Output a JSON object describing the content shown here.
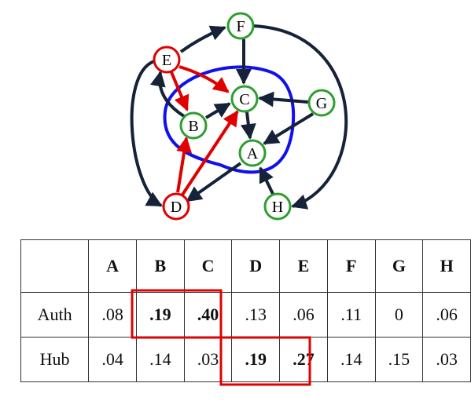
{
  "graph": {
    "nodes": [
      {
        "id": "F",
        "label": "F",
        "group": "green"
      },
      {
        "id": "E",
        "label": "E",
        "group": "red"
      },
      {
        "id": "C",
        "label": "C",
        "group": "green"
      },
      {
        "id": "G",
        "label": "G",
        "group": "green"
      },
      {
        "id": "B",
        "label": "B",
        "group": "green"
      },
      {
        "id": "A",
        "label": "A",
        "group": "green"
      },
      {
        "id": "D",
        "label": "D",
        "group": "red"
      },
      {
        "id": "H",
        "label": "H",
        "group": "green"
      }
    ],
    "edges": [
      {
        "from": "E",
        "to": "F",
        "color": "dark"
      },
      {
        "from": "F",
        "to": "C",
        "color": "dark"
      },
      {
        "from": "F",
        "to": "H",
        "color": "dark"
      },
      {
        "from": "E",
        "to": "C",
        "color": "red"
      },
      {
        "from": "E",
        "to": "B",
        "color": "red"
      },
      {
        "from": "E",
        "to": "D",
        "color": "dark"
      },
      {
        "from": "B",
        "to": "E",
        "color": "dark"
      },
      {
        "from": "B",
        "to": "C",
        "color": "dark"
      },
      {
        "from": "G",
        "to": "C",
        "color": "dark"
      },
      {
        "from": "G",
        "to": "A",
        "color": "dark"
      },
      {
        "from": "C",
        "to": "A",
        "color": "dark"
      },
      {
        "from": "A",
        "to": "D",
        "color": "dark"
      },
      {
        "from": "D",
        "to": "B",
        "color": "red"
      },
      {
        "from": "D",
        "to": "C",
        "color": "red"
      },
      {
        "from": "H",
        "to": "A",
        "color": "dark"
      }
    ],
    "colors": {
      "dark": "#152238",
      "red": "#e00000",
      "green": "#2e9e2e",
      "blue": "#1010ee"
    }
  },
  "table": {
    "columns": [
      "A",
      "B",
      "C",
      "D",
      "E",
      "F",
      "G",
      "H"
    ],
    "rows": [
      {
        "label": "Auth",
        "values": [
          ".08",
          ".19",
          ".40",
          ".13",
          ".06",
          ".11",
          "0",
          ".06"
        ],
        "bold": [
          1,
          2
        ]
      },
      {
        "label": "Hub",
        "values": [
          ".04",
          ".14",
          ".03",
          ".19",
          ".27",
          ".14",
          ".15",
          ".03"
        ],
        "bold": [
          3,
          4
        ]
      }
    ]
  }
}
